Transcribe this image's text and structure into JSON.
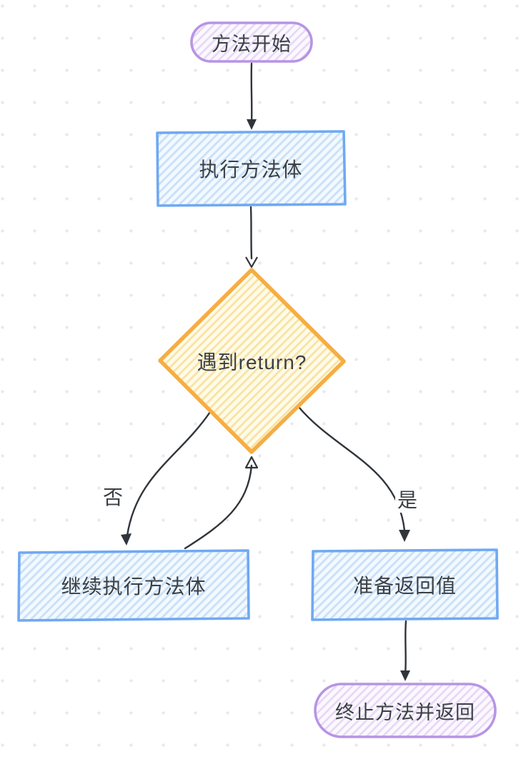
{
  "canvas": {
    "background": "#ffffff",
    "dot_color": "#e8e8e8"
  },
  "colors": {
    "purple_border": "#b794e6",
    "purple_hatch": "#e6d7f6",
    "purple_fill": "#fbf8fe",
    "blue_border": "#6fa9f2",
    "blue_hatch": "#cbe1f9",
    "blue_fill": "#f3f9ff",
    "orange_border": "#f6ad43",
    "orange_hatch": "#f8e3a4",
    "orange_fill": "#fffbe9",
    "line": "#30353b",
    "text": "#3b4045"
  },
  "nodes": {
    "start": {
      "label": "方法开始",
      "shape": "terminator"
    },
    "execute": {
      "label": "执行方法体",
      "shape": "process"
    },
    "decision": {
      "label": "遇到return?",
      "shape": "decision"
    },
    "continue": {
      "label": "继续执行方法体",
      "shape": "process"
    },
    "prepare": {
      "label": "准备返回值",
      "shape": "process"
    },
    "end": {
      "label": "终止方法并返回",
      "shape": "terminator"
    }
  },
  "edges": {
    "start_execute": {
      "label": ""
    },
    "execute_decision": {
      "label": ""
    },
    "decision_continue": {
      "label": "否"
    },
    "continue_decision": {
      "label": ""
    },
    "decision_prepare": {
      "label": "是"
    },
    "prepare_end": {
      "label": ""
    }
  }
}
